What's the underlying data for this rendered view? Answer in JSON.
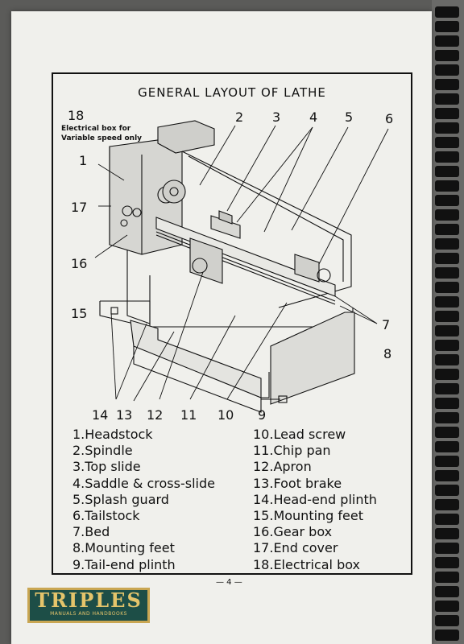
{
  "title": "GENERAL LAYOUT OF LATHE",
  "note": {
    "line1": "Electrical box for",
    "line2": "Variable speed only"
  },
  "callouts": [
    "18",
    "1",
    "17",
    "16",
    "15",
    "2",
    "3",
    "4",
    "5",
    "6",
    "7",
    "8",
    "14",
    "13",
    "12",
    "11",
    "10",
    "9"
  ],
  "legend_left": [
    "1.Headstock",
    "2.Spindle",
    "3.Top slide",
    "4.Saddle & cross-slide",
    "5.Splash guard",
    "6.Tailstock",
    "7.Bed",
    "8.Mounting feet",
    "9.Tail-end plinth"
  ],
  "legend_right": [
    "10.Lead screw",
    "11.Chip pan",
    "12.Apron",
    "13.Foot brake",
    "14.Head-end plinth",
    "15.Mounting feet",
    "16.Gear box",
    "17.End cover",
    "18.Electrical box"
  ],
  "page_number": "— 4 —",
  "logo": {
    "name": "TRIPLES",
    "tagline": "MANUALS AND HANDBOOKS"
  }
}
